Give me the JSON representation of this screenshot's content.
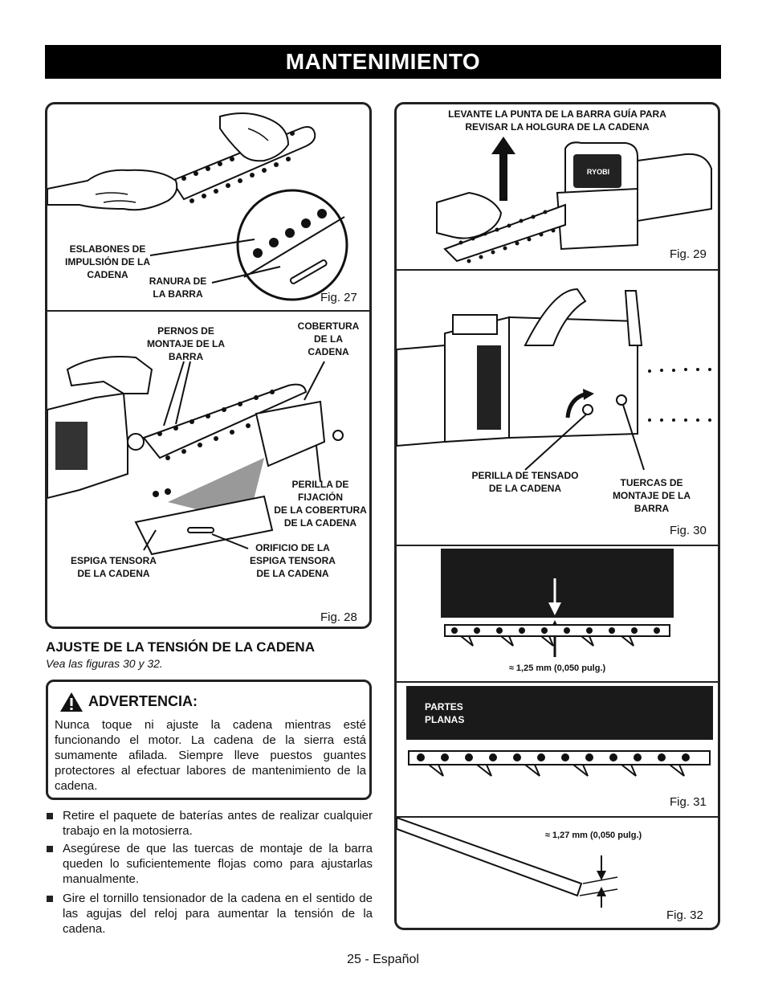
{
  "header": {
    "title": "MANTENIMIENTO"
  },
  "fig27": {
    "caption": "Fig. 27",
    "label_links": "ESLABONES DE\nIMPULSIÓN DE LA\nCADENA",
    "label_groove": "RANURA DE\nLA BARRA"
  },
  "fig28": {
    "caption": "Fig. 28",
    "label_bolts": "PERNOS DE\nMONTAJE DE LA\nBARRA",
    "label_cover": "COBERTURA\nDE LA\nCADENA",
    "label_knob": "PERILLA DE\nFIJACIÓN\nDE LA COBERTURA\nDE LA CADENA",
    "label_pin": "ESPIGA TENSORA\nDE LA CADENA",
    "label_hole": "ORIFICIO DE LA\nESPIGA TENSORA\nDE LA CADENA"
  },
  "fig29": {
    "caption": "Fig. 29",
    "label_lift": "LEVANTE LA PUNTA DE LA BARRA GUÍA PARA\nREVISAR LA HOLGURA DE LA CADENA",
    "brand": "RYOBI"
  },
  "fig30": {
    "caption": "Fig. 30",
    "label_knob": "PERILLA DE TENSADO\nDE LA CADENA",
    "label_nuts": "TUERCAS DE\nMONTAJE DE LA\nBARRA"
  },
  "fig31": {
    "caption": "Fig. 31",
    "measure": "≈ 1,25 mm (0,050 pulg.)",
    "label_flats": "PARTES\nPLANAS"
  },
  "fig32": {
    "caption": "Fig. 32",
    "measure": "≈ 1,27 mm (0,050 pulg.)"
  },
  "section": {
    "title": "AJUSTE DE LA TENSIÓN DE LA CADENA",
    "subtitle": "Vea las figuras 30 y 32."
  },
  "warning": {
    "title": "ADVERTENCIA:",
    "text": "Nunca toque ni ajuste la cadena mientras esté funcionando el motor. La cadena de la sierra está sumamente afilada. Siempre lleve puestos guantes protectores al efectuar labores de mantenimiento de la cadena."
  },
  "bullets": [
    "Retire el paquete de baterías antes de realizar cualquier trabajo en la motosierra.",
    "Asegúrese de que las tuercas de montaje de la barra queden lo suficientemente flojas como para ajustarlas manualmente.",
    "Gire el tornillo tensionador de la cadena en el sentido de las agujas del reloj para aumentar la tensión de la cadena."
  ],
  "footer": {
    "page": "25 - Español"
  }
}
